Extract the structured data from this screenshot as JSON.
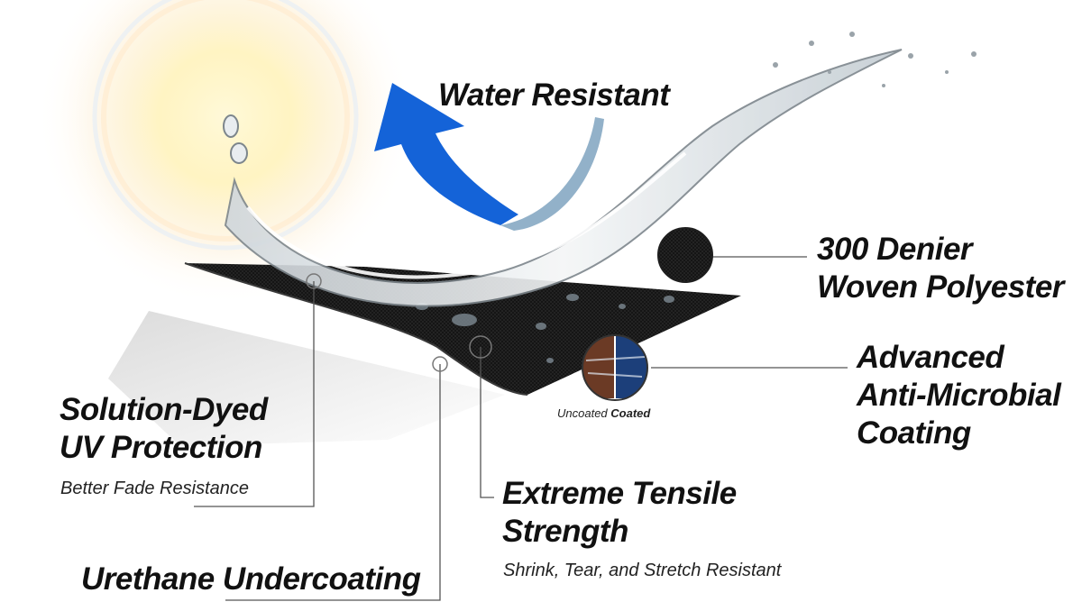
{
  "labels": {
    "water": "Water Resistant",
    "denier_line1": "300 Denier",
    "denier_line2": "Woven Polyester",
    "microbial_line1": "Advanced",
    "microbial_line2": "Anti-Microbial",
    "microbial_line3": "Coating",
    "uv_line1": "Solution-Dyed",
    "uv_line2": "UV Protection",
    "uv_sub": "Better Fade Resistance",
    "tensile_line1": "Extreme Tensile",
    "tensile_line2": "Strength",
    "tensile_sub": "Shrink, Tear, and Stretch Resistant",
    "urethane": "Urethane Undercoating"
  },
  "inset": {
    "uncoated": "Uncoated",
    "coated": "Coated"
  },
  "colors": {
    "arrow": "#1463d8",
    "fabric": "#141414",
    "leader": "#555555",
    "uncoated": "#6b3a25",
    "coated": "#1c3f7a"
  },
  "icons": [
    "sun-glow-icon",
    "water-splash-icon",
    "deflect-arrow-icon"
  ]
}
